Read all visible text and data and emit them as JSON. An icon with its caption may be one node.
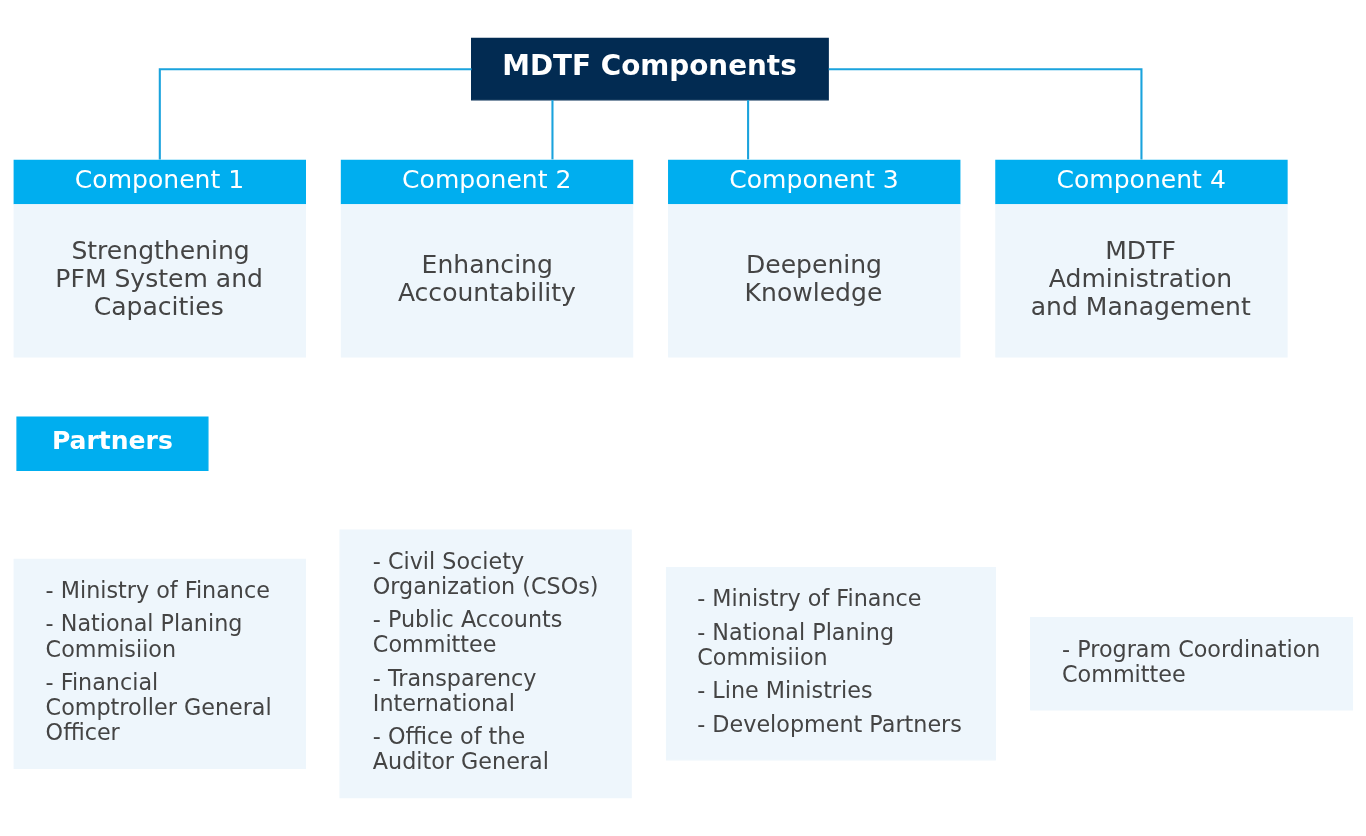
{
  "diagram": {
    "nodes": [
      {
        "text": [
          "MDTF Components"
        ]
      },
      {
        "text": [
          "Component 1",
          "Strengthening PFM System and Capacities"
        ]
      },
      {
        "text": [
          "Component 2",
          "Enhancing Accountability"
        ]
      },
      {
        "text": [
          "Component 3",
          "Deepening Knowledge"
        ]
      },
      {
        "text": [
          "Component 4",
          "MDTF Administration and Management"
        ]
      },
      {
        "text": [
          "Partners"
        ]
      },
      {
        "text": [
          "- Ministry of Finance",
          "- National Planing Commisiion",
          "- Financial Comptroller General Officer"
        ]
      },
      {
        "text": [
          "- Civil Society Organization (CSOs)",
          "- Public Accounts Committee",
          "- Transparency International",
          "- Office of the Auditor General"
        ]
      },
      {
        "text": [
          "- Ministry of Finance",
          "- National Planing Commisiion",
          "- Line Ministries",
          "- Development Partners"
        ]
      },
      {
        "text": [
          "- Program Coordination Committee"
        ]
      }
    ],
    "edges": [
      {
        "from": 0,
        "to": 1,
        "arrow": "none"
      },
      {
        "from": 0,
        "to": 2,
        "arrow": "none"
      },
      {
        "from": 0,
        "to": 3,
        "arrow": "none"
      },
      {
        "from": 0,
        "to": 4,
        "arrow": "none"
      }
    ]
  }
}
